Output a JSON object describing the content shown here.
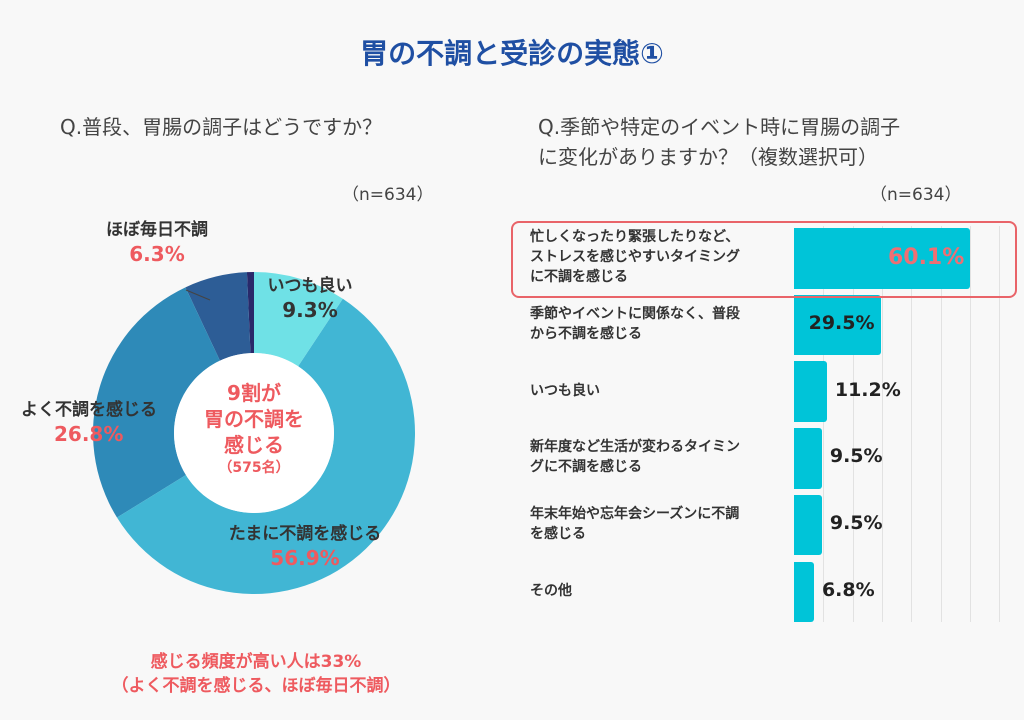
{
  "title": "胃の不調と受診の実態①",
  "left": {
    "question": "Q.普段、胃腸の調子はどうですか？",
    "n": "（n=634）",
    "center": {
      "line1": "9割が",
      "line2": "胃の不調を",
      "line3": "感じる",
      "count": "（575名）"
    },
    "note": {
      "line1": "感じる頻度が高い人は33%",
      "line2": "（よく不調を感じる、ほぼ毎日不調）"
    }
  },
  "right": {
    "question_line1": "Q.季節や特定のイベント時に胃腸の調子",
    "question_line2": "に変化がありますか？（複数選択可）",
    "n": "（n=634）"
  },
  "chart_data": [
    {
      "type": "pie",
      "variant": "donut",
      "start": "top",
      "direction": "clockwise",
      "slices": [
        {
          "label": "いつも良い",
          "value": 9.3,
          "value_label": "9.3%",
          "color": "#6fe1e6"
        },
        {
          "label": "たまに不調を感じる",
          "value": 56.9,
          "value_label": "56.9%",
          "color": "#41b6d4"
        },
        {
          "label": "よく不調を感じる",
          "value": 26.8,
          "value_label": "26.8%",
          "color": "#2e8ab8"
        },
        {
          "label": "ほぼ毎日不調",
          "value": 6.3,
          "value_label": "6.3%",
          "color": "#2d5d96"
        },
        {
          "label": "",
          "value": 0.7,
          "value_label": "",
          "color": "#29296a"
        }
      ]
    },
    {
      "type": "bar",
      "orientation": "horizontal",
      "xlim": [
        0,
        70
      ],
      "grid": true,
      "bar_color": "#00c4d8",
      "categories": [
        "忙しくなったり緊張したりなど、ストレスを感じやすいタイミングに不調を感じる",
        "季節やイベントに関係なく、普段から不調を感じる",
        "いつも良い",
        "新年度など生活が変わるタイミングに不調を感じる",
        "年末年始や忘年会シーズンに不調を感じる",
        "その他"
      ],
      "category_lines": [
        [
          "忙しくなったり緊張したりなど、",
          "ストレスを感じやすいタイミング",
          "に不調を感じる"
        ],
        [
          "季節やイベントに関係なく、普段",
          "から不調を感じる"
        ],
        [
          "いつも良い"
        ],
        [
          "新年度など生活が変わるタイミン",
          "グに不調を感じる"
        ],
        [
          "年末年始や忘年会シーズンに不調",
          "を感じる"
        ],
        [
          "その他"
        ]
      ],
      "values": [
        60.1,
        29.5,
        11.2,
        9.5,
        9.5,
        6.8
      ],
      "value_labels": [
        "60.1%",
        "29.5%",
        "11.2%",
        "9.5%",
        "9.5%",
        "6.8%"
      ],
      "highlight_index": 0
    }
  ]
}
